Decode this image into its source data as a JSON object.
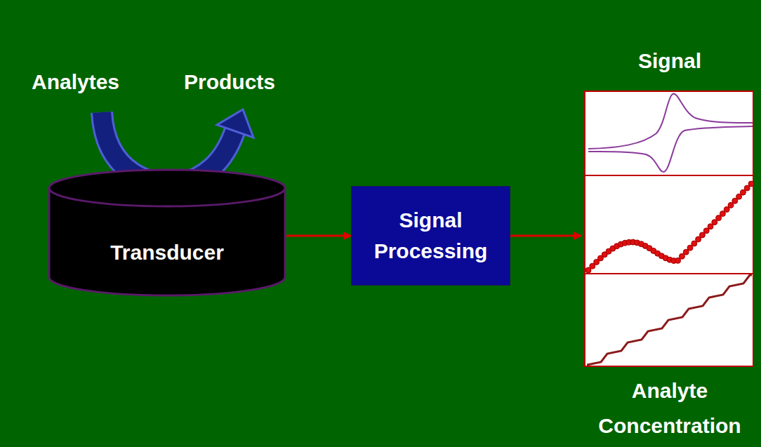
{
  "diagram": {
    "nodes": [
      {
        "text": [
          "Transducer"
        ]
      },
      {
        "text": [
          "Signal Processing"
        ]
      },
      {
        "text": [
          "Signal",
          "Analyte Concentration"
        ]
      }
    ],
    "edges": [
      {
        "from": 0,
        "to": 1,
        "arrow": "to"
      },
      {
        "from": 1,
        "to": 2,
        "arrow": "to"
      }
    ],
    "labels": [
      "Analytes",
      "Products"
    ]
  }
}
